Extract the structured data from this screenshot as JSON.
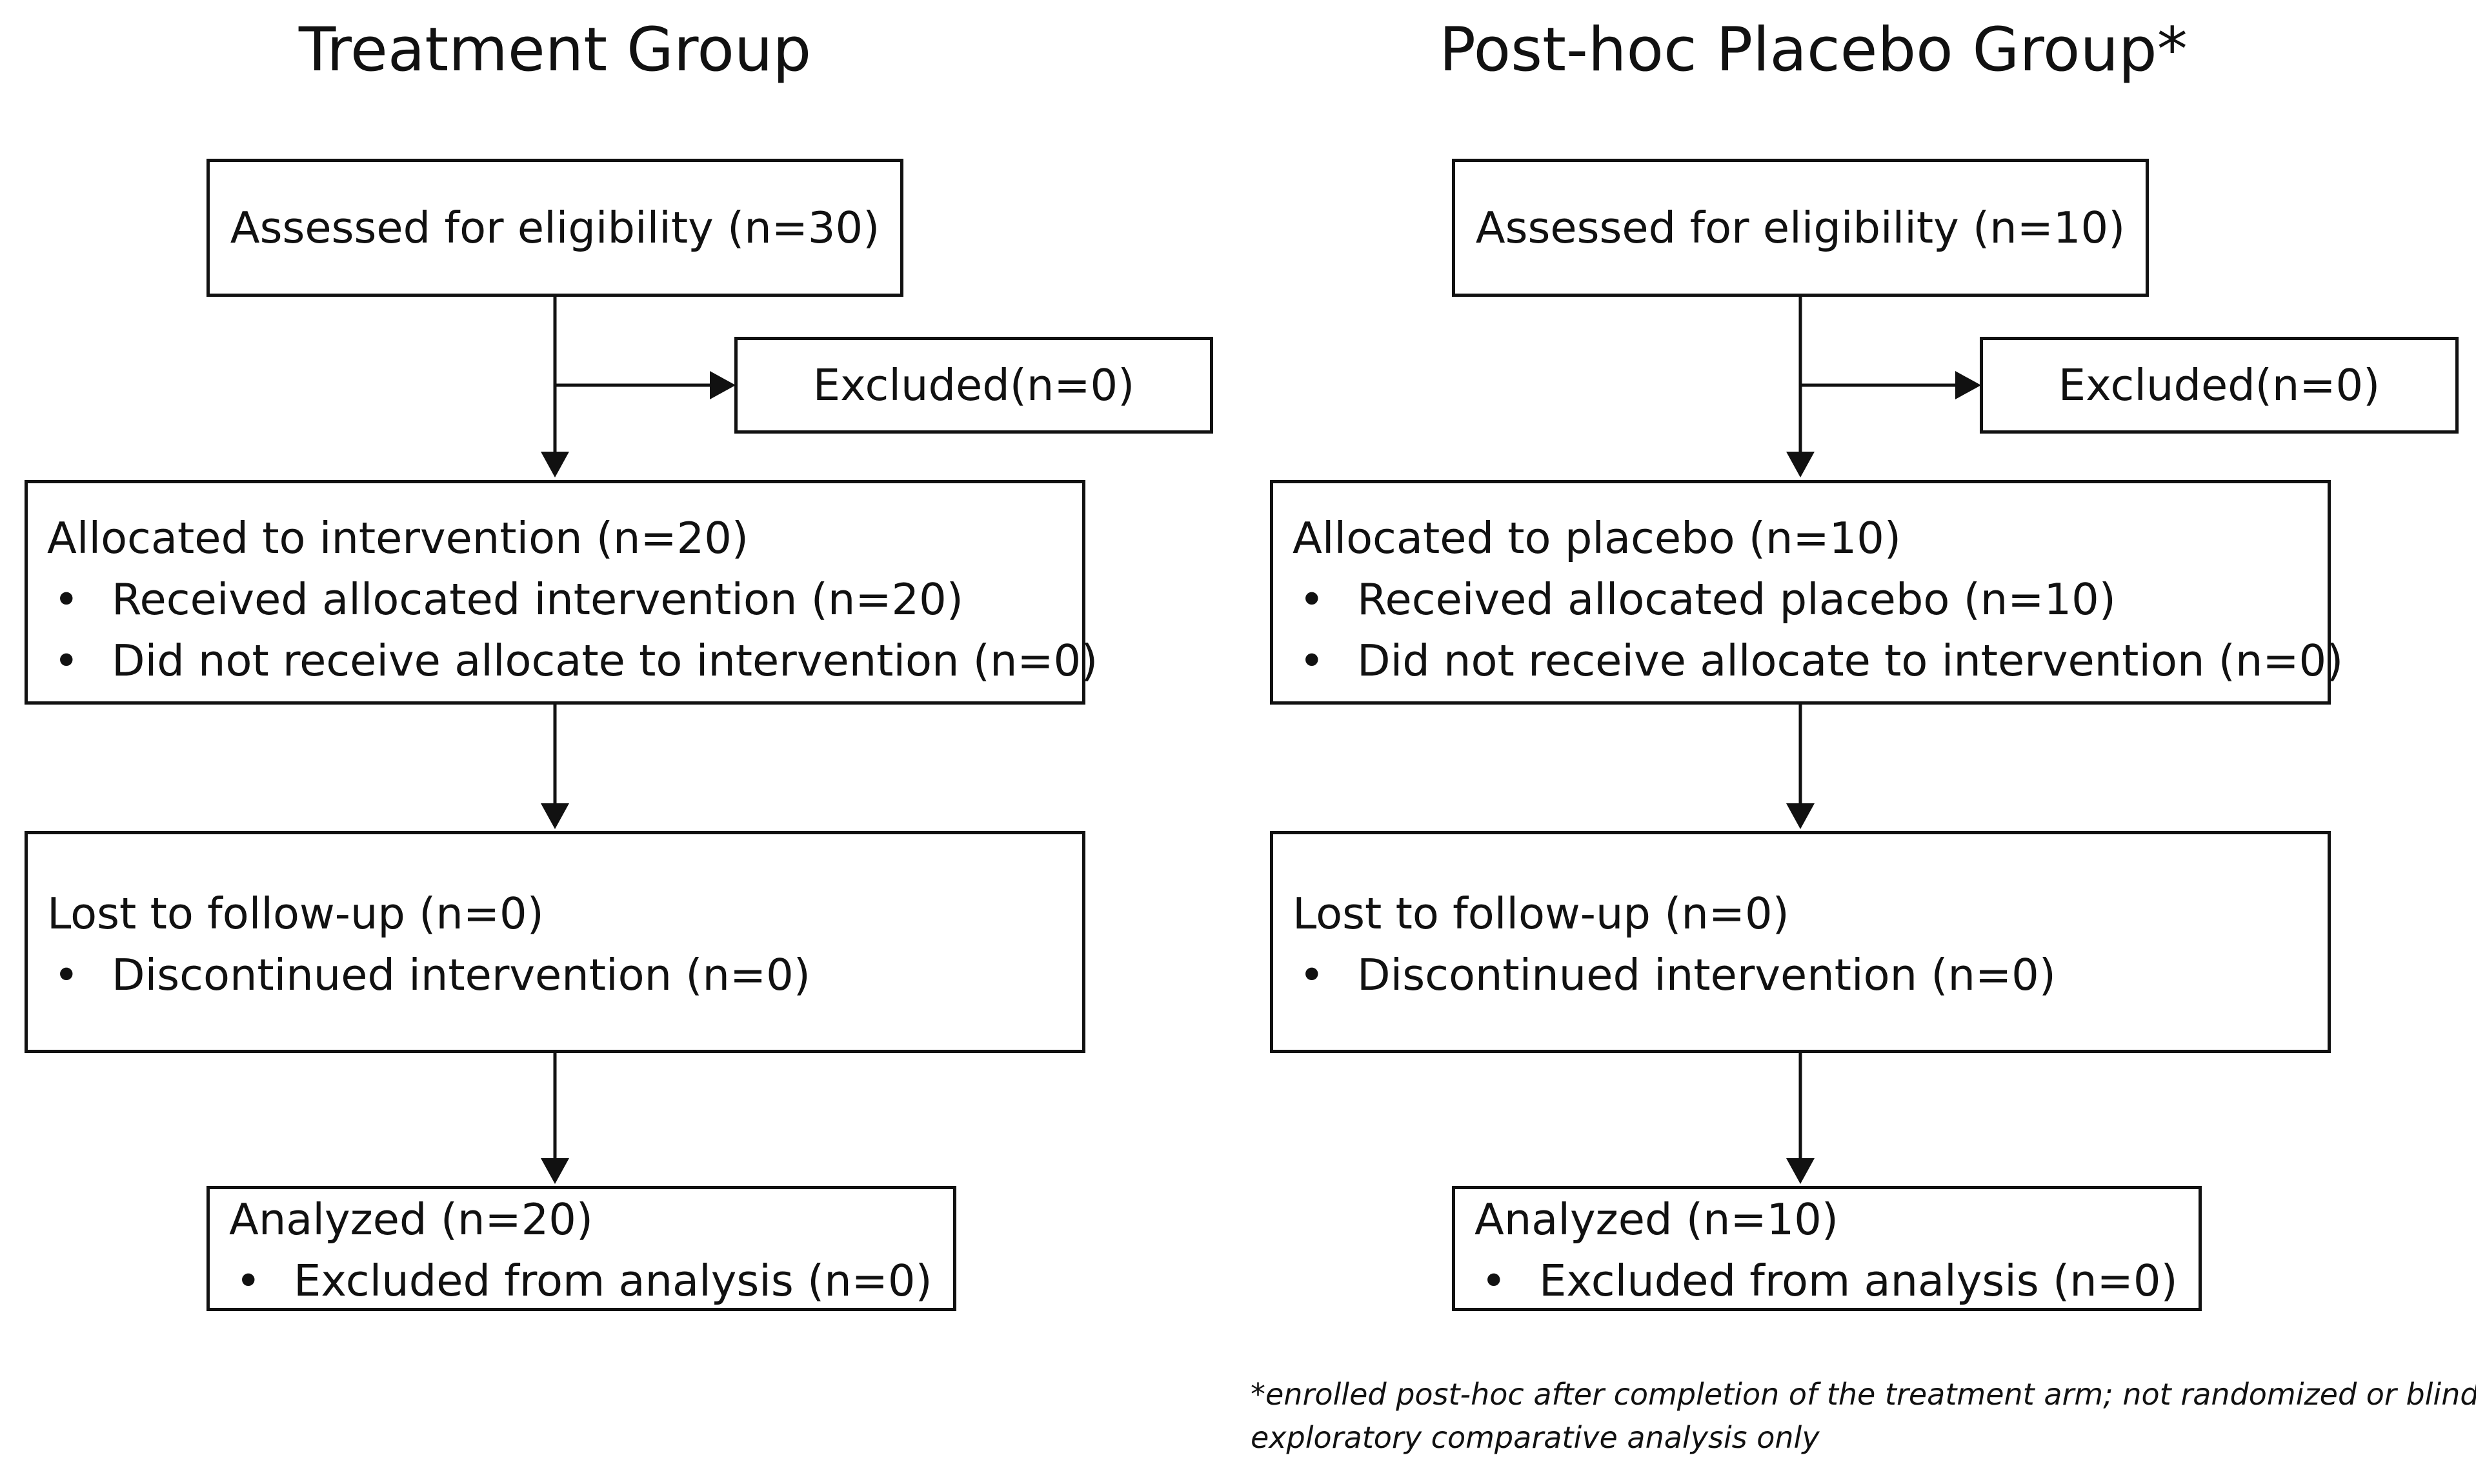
{
  "left_column": {
    "title": "Treatment Group",
    "assessed": "Assessed for eligibility (n=30)",
    "excluded": "Excluded(n=0)",
    "allocated": {
      "heading": "Allocated to intervention (n=20)",
      "bullets": [
        "Received allocated intervention (n=20)",
        "Did not receive allocate to intervention (n=0)"
      ]
    },
    "followup": {
      "heading": "Lost to follow-up (n=0)",
      "bullets": [
        "Discontinued intervention (n=0)"
      ]
    },
    "analyzed": {
      "heading": "Analyzed (n=20)",
      "bullets": [
        "Excluded from analysis (n=0)"
      ]
    }
  },
  "right_column": {
    "title": "Post-hoc Placebo Group*",
    "assessed": "Assessed for eligibility (n=10)",
    "excluded": "Excluded(n=0)",
    "allocated": {
      "heading": "Allocated to placebo (n=10)",
      "bullets": [
        "Received allocated placebo (n=10)",
        "Did not receive allocate to intervention (n=0)"
      ]
    },
    "followup": {
      "heading": "Lost to follow-up (n=0)",
      "bullets": [
        "Discontinued intervention (n=0)"
      ]
    },
    "analyzed": {
      "heading": "Analyzed (n=10)",
      "bullets": [
        "Excluded from analysis (n=0)"
      ]
    }
  },
  "bullet_glyph": "•",
  "footnote": {
    "line1": "*enrolled post-hoc after completion of the treatment arm; not randomized or blinded;",
    "line2": "exploratory comparative analysis only"
  }
}
